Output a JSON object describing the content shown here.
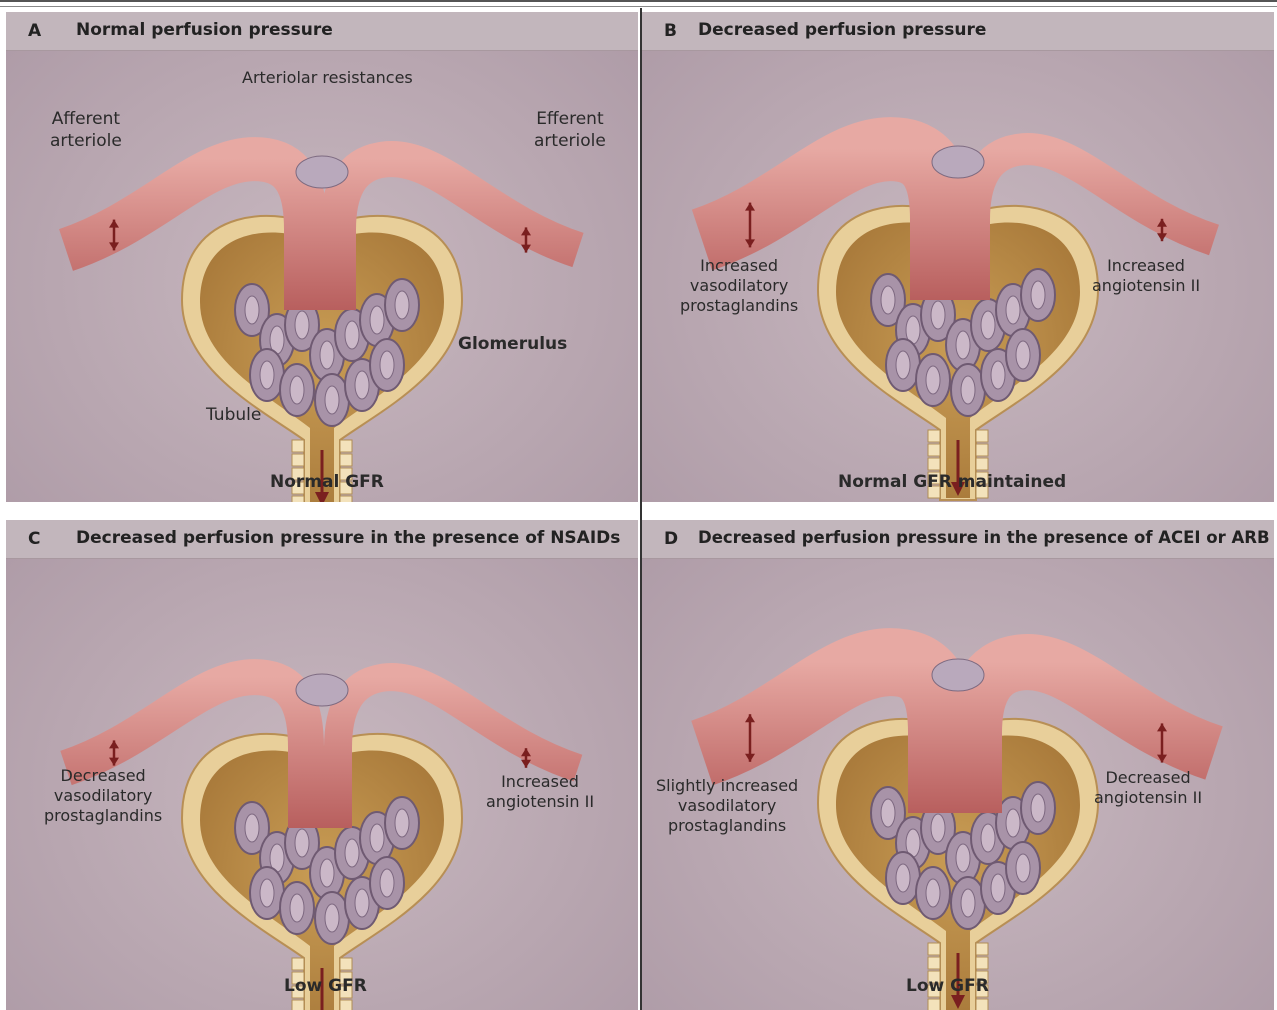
{
  "panels": [
    {
      "letter": "A",
      "title": "Normal perfusion pressure",
      "labels": {
        "arteriolar": "Arteriolar resistances",
        "afferent": [
          "Afferent",
          "arteriole"
        ],
        "efferent": [
          "Efferent",
          "arteriole"
        ],
        "glomerulus": "Glomerulus",
        "tubule": "Tubule",
        "gfr": "Normal GFR"
      }
    },
    {
      "letter": "B",
      "title": "Decreased perfusion pressure",
      "labels": {
        "left": [
          "Increased",
          "vasodilatory",
          "prostaglandins"
        ],
        "right": [
          "Increased",
          "angiotensin II"
        ],
        "gfr": "Normal GFR maintained"
      }
    },
    {
      "letter": "C",
      "title": "Decreased perfusion pressure in the presence of NSAIDs",
      "labels": {
        "left": [
          "Decreased",
          "vasodilatory",
          "prostaglandins"
        ],
        "right": [
          "Increased",
          "angiotensin II"
        ],
        "gfr": "Low GFR"
      }
    },
    {
      "letter": "D",
      "title": "Decreased perfusion pressure in the presence of ACEI or ARB",
      "labels": {
        "left": [
          "Slightly increased",
          "vasodilatory",
          "prostaglandins"
        ],
        "right": [
          "Decreased",
          "angiotensin II"
        ],
        "gfr": "Low GFR"
      }
    }
  ],
  "colors": {
    "vessel": "#d98a86",
    "vessel_dark": "#b85f5e",
    "capsule": "#e8cf9a",
    "capsule_inner": "#c99d55",
    "capillary": "#a893a8",
    "arrow": "#7a1f1f"
  }
}
